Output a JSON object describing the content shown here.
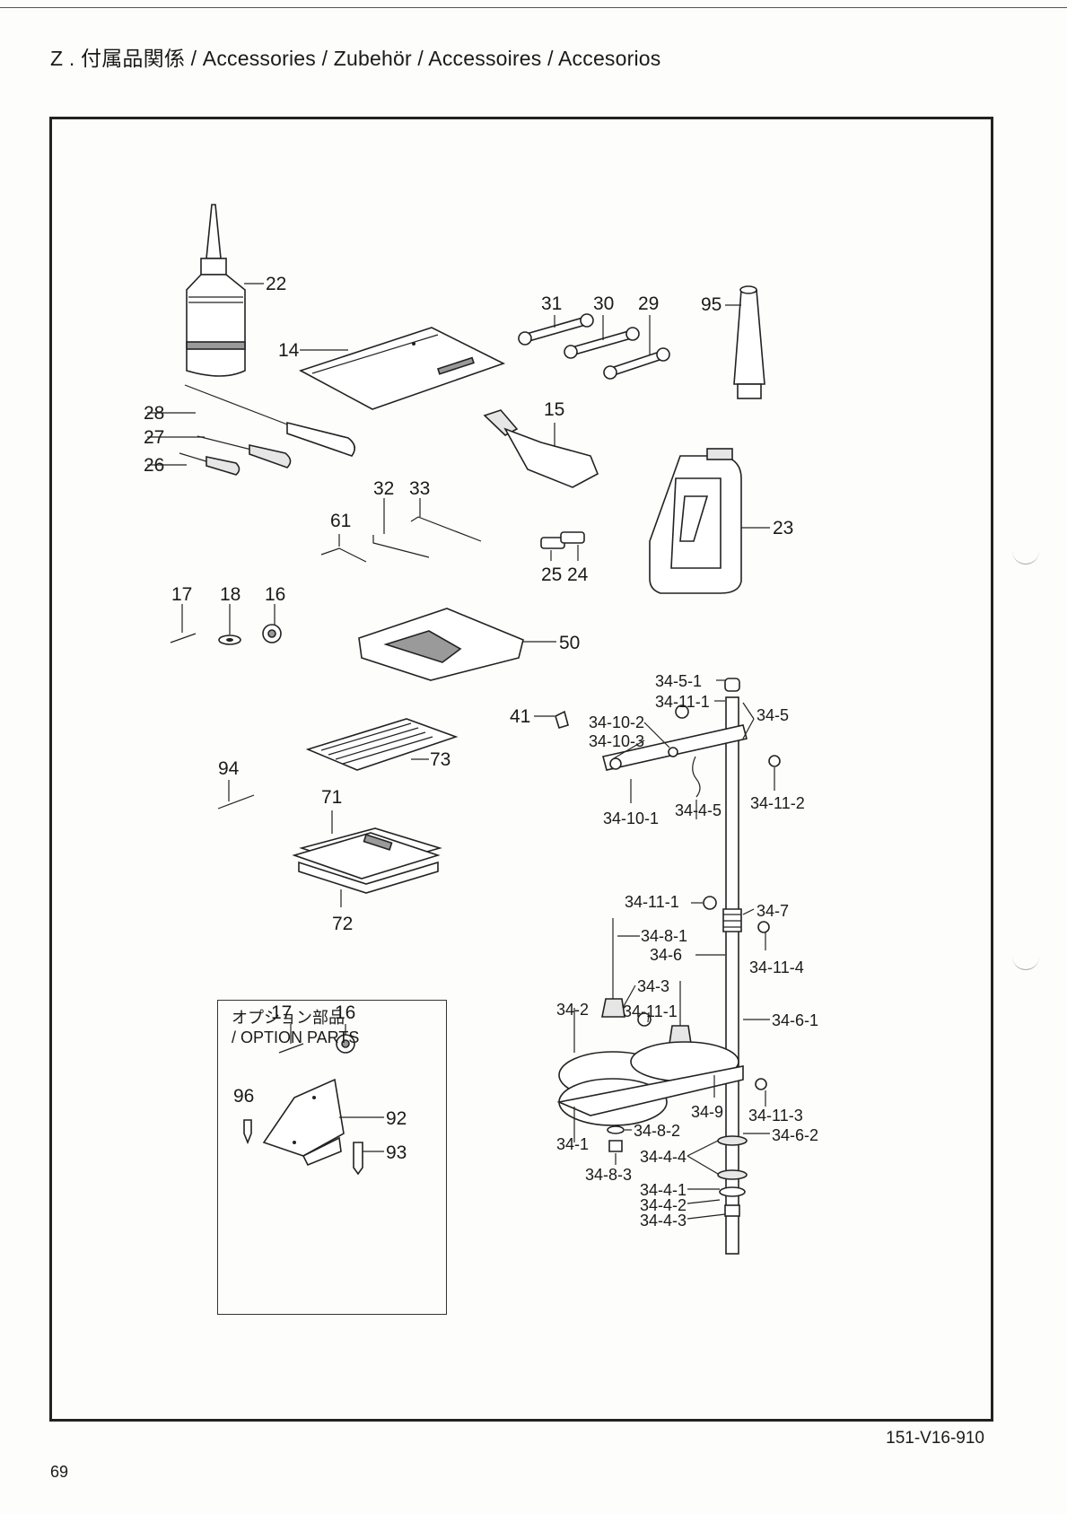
{
  "header": {
    "title": "Z . 付属品関係 / Accessories / Zubehör / Accessoires / Accesorios"
  },
  "option_box": {
    "title_jp": "オプション部品",
    "title_en": "/ OPTION PARTS"
  },
  "part_numbers": {
    "p22": "22",
    "p14": "14",
    "p31": "31",
    "p30": "30",
    "p29": "29",
    "p95": "95",
    "p28": "28",
    "p27": "27",
    "p26": "26",
    "p15": "15",
    "p32": "32",
    "p33": "33",
    "p61": "61",
    "p23": "23",
    "p25": "25",
    "p24": "24",
    "p17": "17",
    "p18": "18",
    "p16": "16",
    "p50": "50",
    "p41": "41",
    "p73": "73",
    "p94": "94",
    "p71": "71",
    "p72": "72",
    "p96": "96",
    "p92": "92",
    "p93": "93",
    "p17b": "17",
    "p16b": "16",
    "s34_5_1": "34-5-1",
    "s34_11_1": "34-11-1",
    "s34_5": "34-5",
    "s34_10_2": "34-10-2",
    "s34_10_3": "34-10-3",
    "s34_10_1": "34-10-1",
    "s34_4_5": "34-4-5",
    "s34_11_2": "34-11-2",
    "s34_11_1b": "34-11-1",
    "s34_7": "34-7",
    "s34_8_1": "34-8-1",
    "s34_6": "34-6",
    "s34_11_4": "34-11-4",
    "s34_3": "34-3",
    "s34_2": "34-2",
    "s34_11_1c": "34-11-1",
    "s34_6_1": "34-6-1",
    "s34_9": "34-9",
    "s34_11_3": "34-11-3",
    "s34_8_2": "34-8-2",
    "s34_1": "34-1",
    "s34_6_2": "34-6-2",
    "s34_4_4": "34-4-4",
    "s34_8_3": "34-8-3",
    "s34_4_1": "34-4-1",
    "s34_4_2": "34-4-2",
    "s34_4_3": "34-4-3"
  },
  "footer": {
    "doc_code": "151-V16-910",
    "page_number": "69"
  }
}
